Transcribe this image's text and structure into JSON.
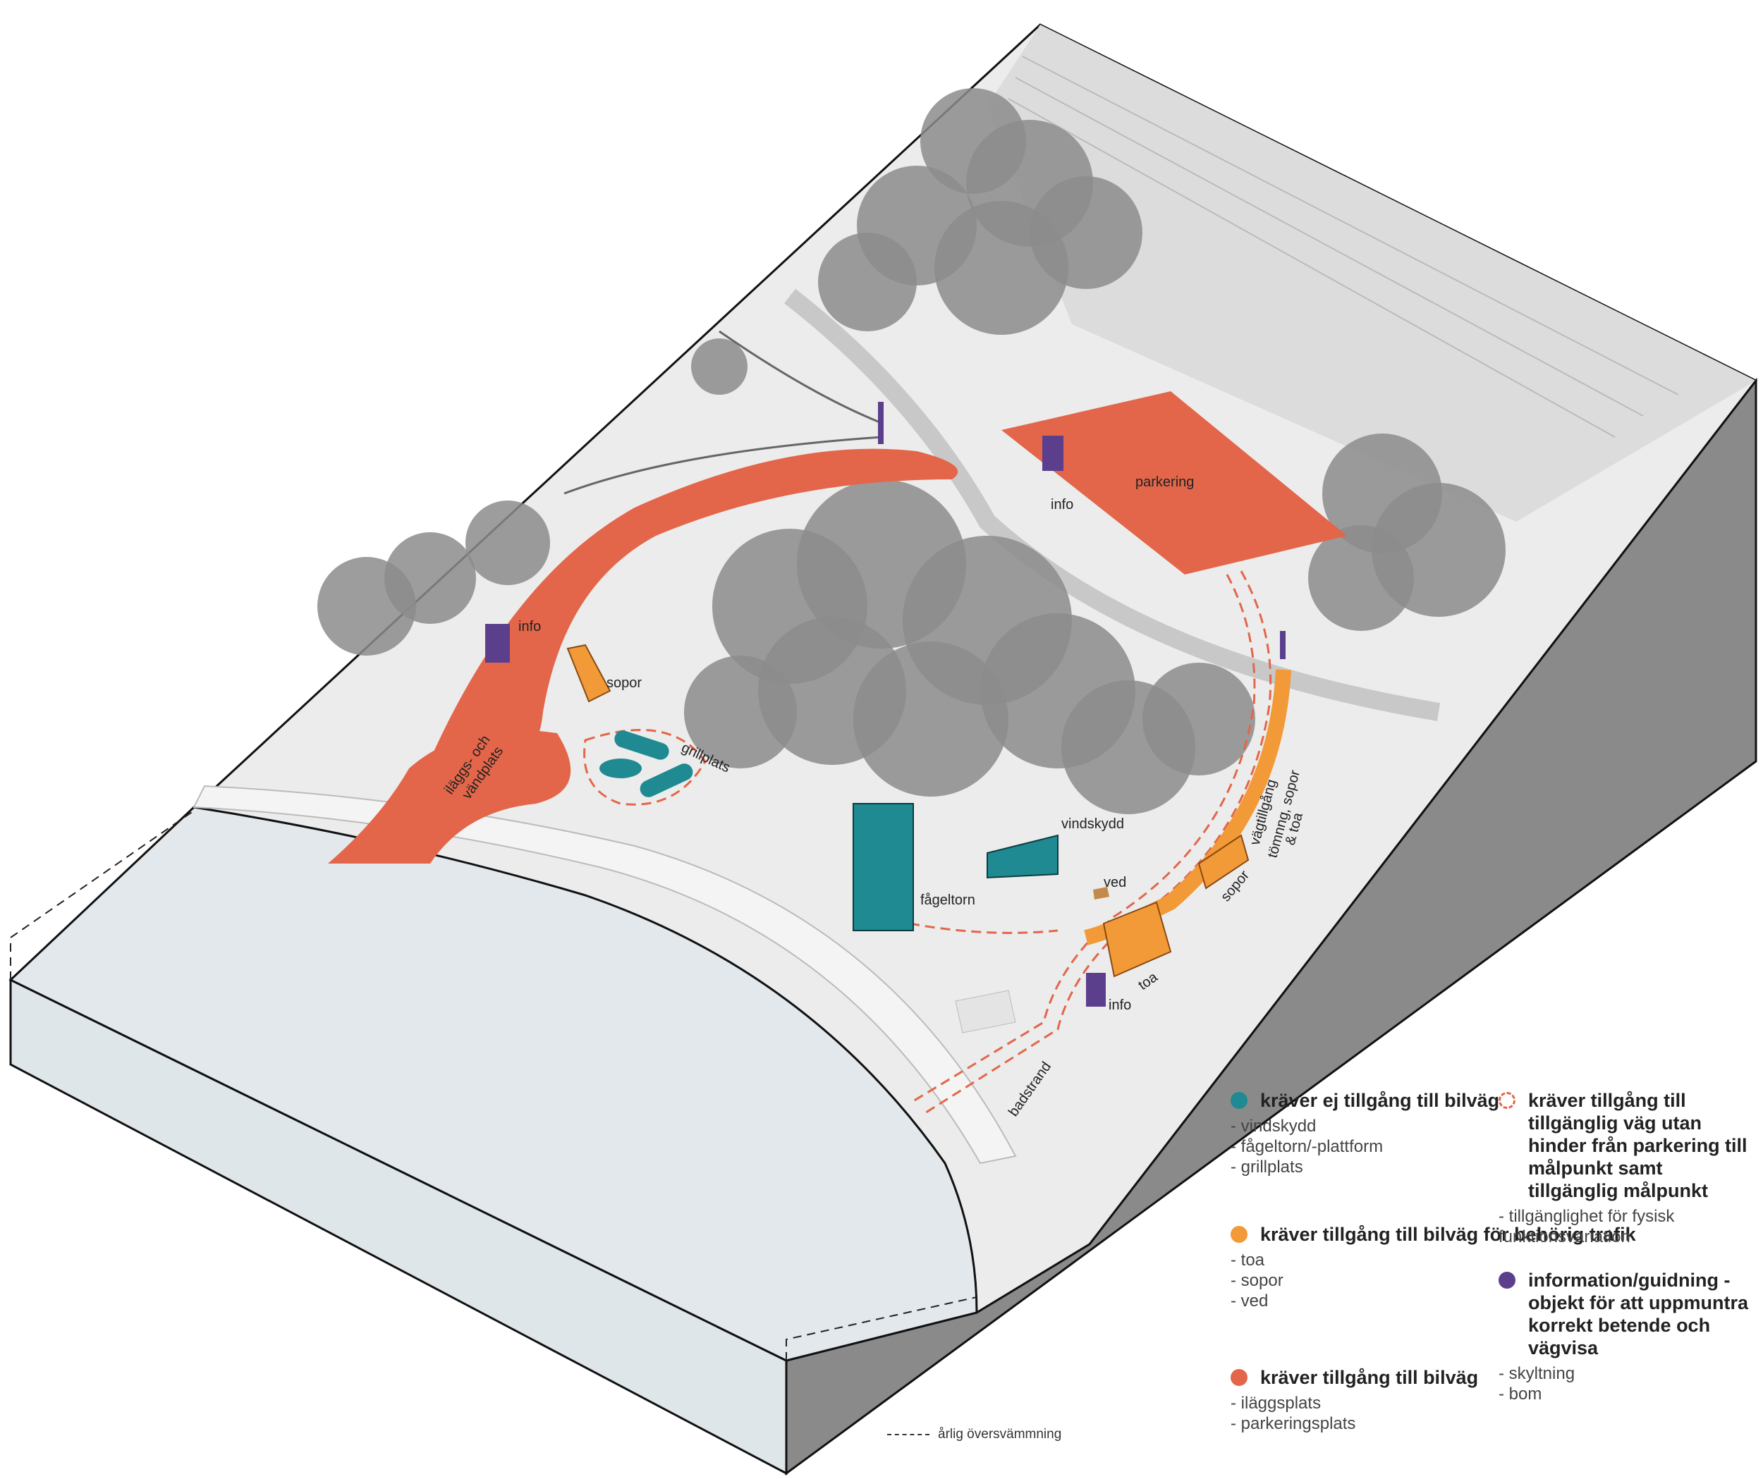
{
  "site_labels": {
    "info": "info",
    "parkering": "parkering",
    "sopor": "sopor",
    "grillplats": "grillplats",
    "ilaggs_line1": "iläggs- och",
    "ilaggs_line2": "vändplats",
    "fageltorn": "fågeltorn",
    "vindskydd": "vindskydd",
    "ved": "ved",
    "toa": "toa",
    "badstrand": "badstrand",
    "vag_line1": "vägtillgång",
    "vag_line2": "tömnng, sopor",
    "vag_line3": "& toa"
  },
  "legend": [
    {
      "title": "kräver ej tillgång till bilväg",
      "color": "#1f8a92",
      "marker": "dot",
      "items": [
        "- vindskydd",
        "- fågeltorn/-plattform",
        "- grillplats"
      ]
    },
    {
      "title": "kräver tillgång till bilväg för behörig trafik",
      "color": "#f29a38",
      "marker": "dot",
      "items": [
        "- toa",
        "- sopor",
        "- ved"
      ]
    },
    {
      "title": "kräver tillgång till bilväg",
      "color": "#e3664a",
      "marker": "dot",
      "items": [
        "- iläggsplats",
        "- parkeringsplats"
      ]
    },
    {
      "title": "kräver tillgång till tillgänglig väg utan hinder från parkering till målpunkt samt tillgänglig målpunkt",
      "color": "#e3664a",
      "marker": "dashed-ring",
      "items": [
        "- tillgänglighet för fysisk funktionsvariation"
      ]
    },
    {
      "title": "information/guidning - objekt för att uppmuntra korrekt betende och vägvisa",
      "color": "#5b3f8c",
      "marker": "dot",
      "items": [
        "- skyltning",
        "- bom"
      ]
    }
  ],
  "flood_note": "årlig översvämmning",
  "colors": {
    "road_orange": "#e3664a",
    "facility_orange": "#f29a38",
    "teal": "#1f8a92",
    "purple": "#5b3f8c",
    "water": "#e2e8ec",
    "ground": "#ececec",
    "tree": "#8c8c8c",
    "slope": "#8a8a8a"
  }
}
